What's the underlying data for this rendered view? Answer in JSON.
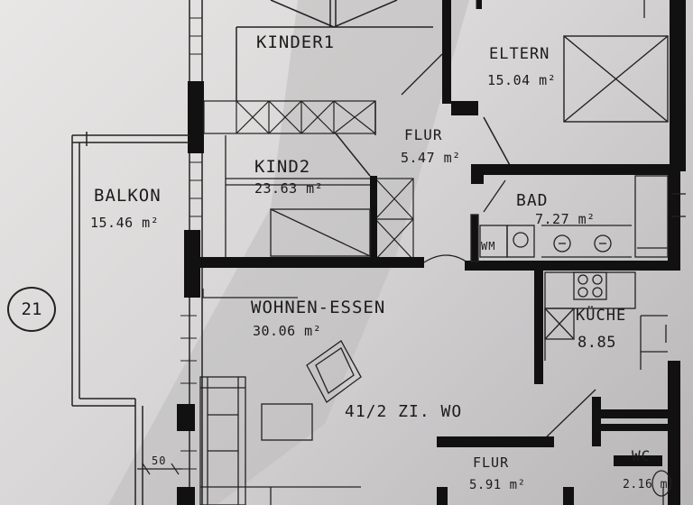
{
  "plan": {
    "unit_number": "21",
    "apartment_type": "41/2 ZI. WO",
    "dimension_mark": "50",
    "rooms": [
      {
        "name": "KINDER1",
        "area": ""
      },
      {
        "name": "ELTERN",
        "area": "15.04 m²"
      },
      {
        "name": "FLUR",
        "area": "5.47 m²"
      },
      {
        "name": "KIND2",
        "area": "23.63 m²"
      },
      {
        "name": "BALKON",
        "area": "15.46 m²"
      },
      {
        "name": "BAD",
        "area": "7.27 m²"
      },
      {
        "name": "WM",
        "area": ""
      },
      {
        "name": "WOHNEN-ESSEN",
        "area": "30.06 m²"
      },
      {
        "name": "KÜCHE",
        "area": "8.85"
      },
      {
        "name": "FLUR",
        "area": "5.91 m²"
      },
      {
        "name": "WC",
        "area": "2.16 m²"
      }
    ]
  }
}
